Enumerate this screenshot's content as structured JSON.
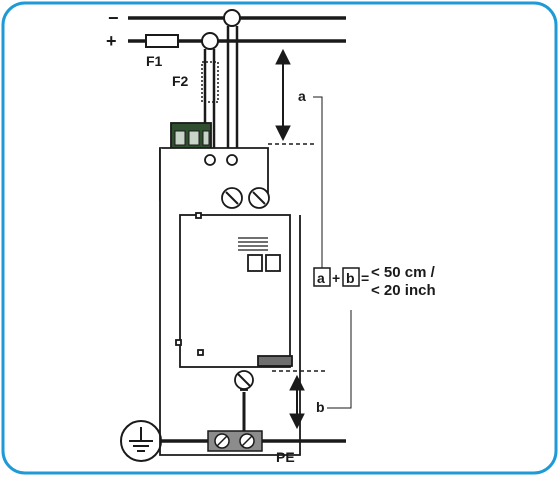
{
  "frame": {
    "border_color": "#1e9ad6"
  },
  "labels": {
    "minus": "−",
    "plus": "+",
    "f1": "F1",
    "f2": "F2",
    "a_dim": "a",
    "b_dim": "b",
    "formula_a": "a",
    "formula_plus": "+",
    "formula_b": "b",
    "formula_eq": "=",
    "limit_metric": "< 50 cm /",
    "limit_imperial": "< 20 inch",
    "pe": "PE"
  },
  "colors": {
    "line": "#1a1a1a",
    "device_fill": "#ffffff",
    "terminal_green": "#2f4f2f",
    "cap_grey": "#6e6e6e",
    "pe_block": "#8c8c8c"
  },
  "icons": [
    "ground-symbol-icon",
    "fuse-icon",
    "double-arrow-icon",
    "screw-terminal-icon"
  ]
}
